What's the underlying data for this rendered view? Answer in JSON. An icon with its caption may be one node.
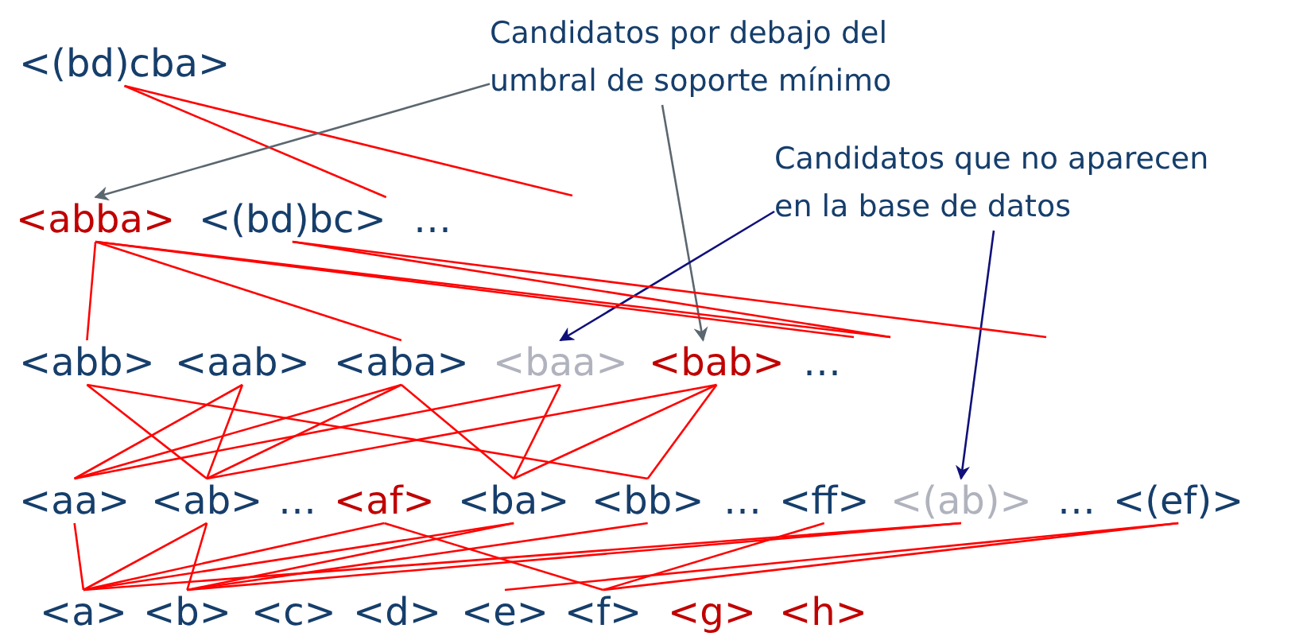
{
  "diagram": {
    "nodes": [
      {
        "text": [
          "<(bd)cba>"
        ]
      },
      {
        "text": [
          "Candidatos por debajo del umbral de soporte mínimo"
        ]
      },
      {
        "text": [
          "Candidatos que no aparecen en la base de datos"
        ]
      },
      {
        "text": [
          "<abba>"
        ]
      },
      {
        "text": [
          "<(bd)bc>"
        ]
      },
      {
        "text": [
          "<abb>"
        ]
      },
      {
        "text": [
          "<aab>"
        ]
      },
      {
        "text": [
          "<aba>"
        ]
      },
      {
        "text": [
          "<baa>"
        ]
      },
      {
        "text": [
          "<bab>"
        ]
      },
      {
        "text": [
          "<aa>"
        ]
      },
      {
        "text": [
          "<ab>"
        ]
      },
      {
        "text": [
          "<af>"
        ]
      },
      {
        "text": [
          "<ba>"
        ]
      },
      {
        "text": [
          "<bb>"
        ]
      },
      {
        "text": [
          "<ff>"
        ]
      },
      {
        "text": [
          "<(ab)>"
        ]
      },
      {
        "text": [
          "<(ef)>"
        ]
      },
      {
        "text": [
          "<a>"
        ]
      },
      {
        "text": [
          "<b>"
        ]
      },
      {
        "text": [
          "<c>"
        ]
      },
      {
        "text": [
          "<d>"
        ]
      },
      {
        "text": [
          "<e>"
        ]
      },
      {
        "text": [
          "<f>"
        ]
      },
      {
        "text": [
          "<g>"
        ]
      },
      {
        "text": [
          "<h>"
        ]
      }
    ],
    "edges": [
      {
        "from": 0,
        "to": 4,
        "arrow": "none"
      },
      {
        "from": 0,
        "to": null,
        "arrow": "none"
      },
      {
        "from": 1,
        "to": 3,
        "arrow": "to",
        "color": "#5b6770"
      },
      {
        "from": 1,
        "to": 9,
        "arrow": "to",
        "color": "#5b6770"
      },
      {
        "from": 2,
        "to": 8,
        "arrow": "to",
        "color": "#10107a"
      },
      {
        "from": 2,
        "to": 16,
        "arrow": "to",
        "color": "#10107a"
      },
      {
        "from": 3,
        "to": 5,
        "arrow": "none"
      },
      {
        "from": 3,
        "to": 7,
        "arrow": "none"
      },
      {
        "from": 3,
        "to": null,
        "arrow": "none"
      },
      {
        "from": 3,
        "to": null,
        "arrow": "none"
      },
      {
        "from": 4,
        "to": null,
        "arrow": "none"
      },
      {
        "from": 4,
        "to": null,
        "arrow": "none"
      },
      {
        "from": 5,
        "to": 11,
        "arrow": "none"
      },
      {
        "from": 5,
        "to": 14,
        "arrow": "none"
      },
      {
        "from": 6,
        "to": 10,
        "arrow": "none"
      },
      {
        "from": 6,
        "to": 11,
        "arrow": "none"
      },
      {
        "from": 7,
        "to": 10,
        "arrow": "none"
      },
      {
        "from": 7,
        "to": 11,
        "arrow": "none"
      },
      {
        "from": 7,
        "to": 13,
        "arrow": "none"
      },
      {
        "from": 8,
        "to": 10,
        "arrow": "none"
      },
      {
        "from": 8,
        "to": 13,
        "arrow": "none"
      },
      {
        "from": 9,
        "to": 11,
        "arrow": "none"
      },
      {
        "from": 9,
        "to": 13,
        "arrow": "none"
      },
      {
        "from": 9,
        "to": 14,
        "arrow": "none"
      },
      {
        "from": 10,
        "to": 18,
        "arrow": "none"
      },
      {
        "from": 11,
        "to": 18,
        "arrow": "none"
      },
      {
        "from": 11,
        "to": 19,
        "arrow": "none"
      },
      {
        "from": 12,
        "to": 18,
        "arrow": "none"
      },
      {
        "from": 12,
        "to": 23,
        "arrow": "none"
      },
      {
        "from": 13,
        "to": 18,
        "arrow": "none"
      },
      {
        "from": 13,
        "to": 19,
        "arrow": "none"
      },
      {
        "from": 14,
        "to": 19,
        "arrow": "none"
      },
      {
        "from": 15,
        "to": 23,
        "arrow": "none"
      },
      {
        "from": 16,
        "to": 18,
        "arrow": "none"
      },
      {
        "from": 16,
        "to": 19,
        "arrow": "none"
      },
      {
        "from": 17,
        "to": 22,
        "arrow": "none"
      },
      {
        "from": 17,
        "to": 23,
        "arrow": "none"
      }
    ],
    "labels": [
      "…",
      "…",
      "…",
      "…",
      "…"
    ]
  }
}
